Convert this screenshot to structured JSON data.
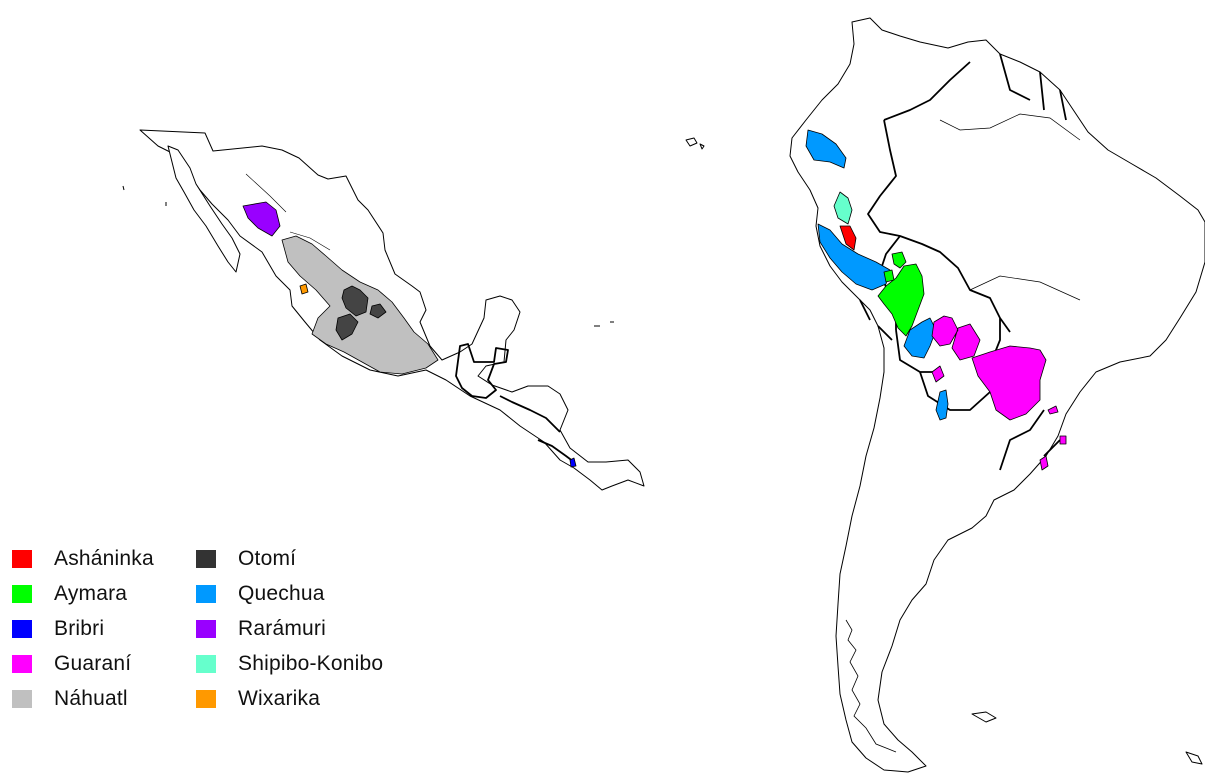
{
  "legend": {
    "column1": [
      {
        "label": "Asháninka",
        "color": "#ff0000"
      },
      {
        "label": "Aymara",
        "color": "#00ff00"
      },
      {
        "label": "Bribri",
        "color": "#0000ff"
      },
      {
        "label": "Guaraní",
        "color": "#ff00ff"
      },
      {
        "label": "Náhuatl",
        "color": "#c0c0c0"
      }
    ],
    "column2": [
      {
        "label": "Otomí",
        "color": "#333333"
      },
      {
        "label": "Quechua",
        "color": "#0099ff"
      },
      {
        "label": "Rarámuri",
        "color": "#9900ff"
      },
      {
        "label": "Shipibo-Konibo",
        "color": "#66ffcc"
      },
      {
        "label": "Wixarika",
        "color": "#ff9900"
      }
    ]
  }
}
